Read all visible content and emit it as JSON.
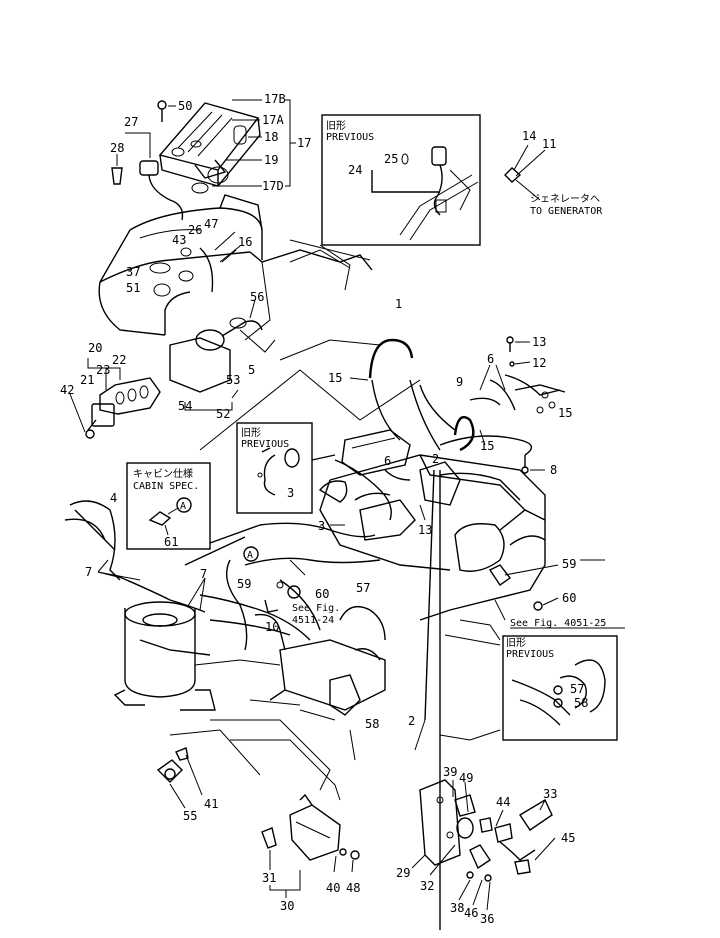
{
  "callouts": {
    "previous_top": {
      "jp": "旧形",
      "en": "PREVIOUS"
    },
    "previous_mid": {
      "jp": "旧形",
      "en": "PREVIOUS"
    },
    "previous_right": {
      "jp": "旧形",
      "en": "PREVIOUS"
    },
    "cabin_spec": {
      "jp": "キャビン仕様",
      "en": "CABIN SPEC.",
      "circle": "A"
    },
    "generator": {
      "jp": "ジェネレータへ",
      "en": "TO GENERATOR"
    },
    "see_fig_4511": {
      "line1": "See Fig.",
      "line2": "4511-24"
    },
    "see_fig_4051": {
      "text": "See Fig. 4051-25"
    },
    "circle_a_mid": "A"
  },
  "part_numbers": {
    "p50": "50",
    "p17b": "17B",
    "p17a": "17A",
    "p18": "18",
    "p17": "17",
    "p19": "19",
    "p17d": "17D",
    "p27": "27",
    "p28": "28",
    "p43": "43",
    "p26": "26",
    "p47": "47",
    "p16": "16",
    "p37": "37",
    "p51": "51",
    "p56": "56",
    "p20": "20",
    "p21": "21",
    "p23": "23",
    "p22": "22",
    "p42": "42",
    "p54": "54",
    "p53": "53",
    "p5": "5",
    "p52": "52",
    "p24": "24",
    "p25": "25",
    "p14": "14",
    "p11": "11",
    "p1": "1",
    "p13a": "13",
    "p12": "12",
    "p6a": "6",
    "p15a": "15",
    "p15b": "15",
    "p9": "9",
    "p15c": "15",
    "p8": "8",
    "p6b": "6",
    "p2a": "2",
    "p3a": "3",
    "p3b": "3",
    "p13b": "13",
    "p4": "4",
    "p61": "61",
    "p7a": "7",
    "p7b": "7",
    "p59a": "59",
    "p60a": "60",
    "p57a": "57",
    "p10": "10",
    "p59b": "59",
    "p60b": "60",
    "p57b": "57",
    "p58a": "58",
    "p58b": "58",
    "p2b": "2",
    "p41": "41",
    "p55": "55",
    "p39": "39",
    "p49": "49",
    "p44": "44",
    "p33": "33",
    "p45": "45",
    "p29": "29",
    "p32": "32",
    "p38": "38",
    "p46": "46",
    "p36": "36",
    "p31": "31",
    "p40": "40",
    "p48": "48",
    "p30": "30"
  }
}
